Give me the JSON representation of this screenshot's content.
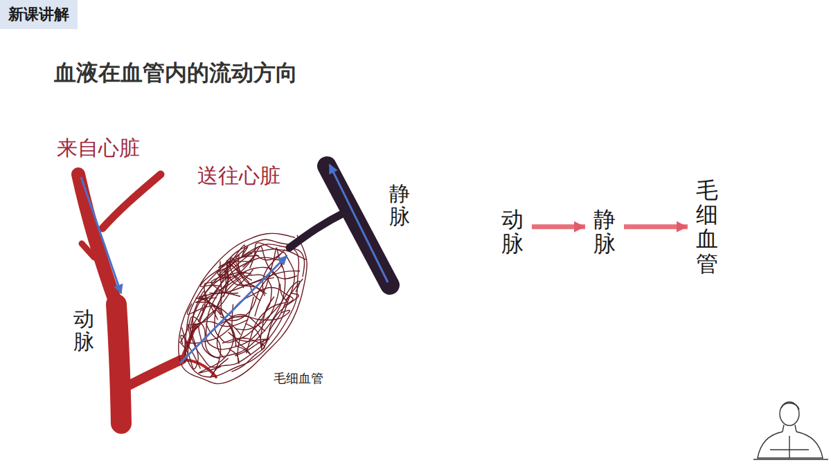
{
  "diagram": {
    "title": "血液在血管内的流动方向",
    "nodes": [
      {
        "text": [
          "新课讲解"
        ]
      },
      {
        "text": [
          "动脉"
        ]
      },
      {
        "text": [
          "静脉"
        ]
      },
      {
        "text": [
          "毛细血管"
        ]
      }
    ],
    "edges": [
      {
        "from": 1,
        "to": 2,
        "arrow": "to"
      },
      {
        "from": 2,
        "to": 3,
        "arrow": "to"
      }
    ],
    "labels": [
      "来自心脏",
      "送往心脏",
      "静脉",
      "动脉",
      "毛细血管"
    ]
  }
}
